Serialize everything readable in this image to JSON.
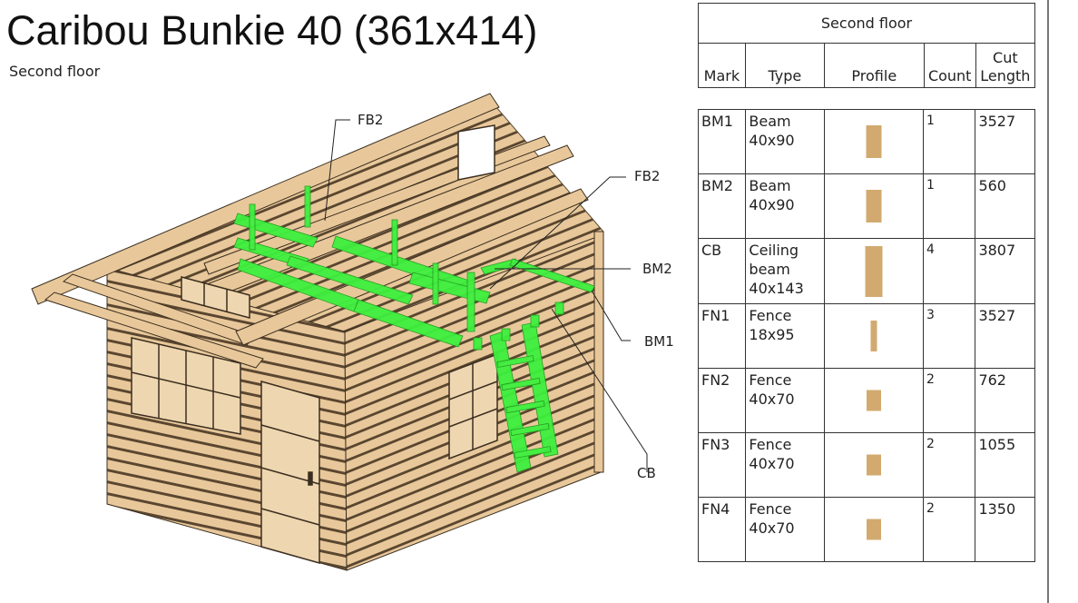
{
  "header": {
    "title": "Caribou Bunkie 40 (361x414)",
    "subtitle": "Second floor"
  },
  "callouts": {
    "fb2_top": "FB2",
    "fb2_right": "FB2",
    "bm2": "BM2",
    "bm1": "BM1",
    "cb": "CB"
  },
  "colors": {
    "wood": "#e8c89a",
    "wood_dark": "#5a4630",
    "highlight_green": "#3ef03e",
    "profile_fill": "#d2aa6f"
  },
  "table": {
    "group_header": "Second floor",
    "columns": [
      "Mark",
      "Type",
      "Profile",
      "Count",
      "Cut Length"
    ],
    "rows": [
      {
        "mark": "BM1",
        "type": "Beam 40x90",
        "profile": "beam-profile-40x90",
        "count": "1",
        "cut_length": "3527"
      },
      {
        "mark": "BM2",
        "type": "Beam 40x90",
        "profile": "beam-profile-40x90",
        "count": "1",
        "cut_length": "560"
      },
      {
        "mark": "CB",
        "type": "Ceiling beam 40x143",
        "profile": "ceiling-beam-profile-40x143",
        "count": "4",
        "cut_length": "3807"
      },
      {
        "mark": "FN1",
        "type": "Fence 18x95",
        "profile": "fence-profile-18x95",
        "count": "3",
        "cut_length": "3527"
      },
      {
        "mark": "FN2",
        "type": "Fence 40x70",
        "profile": "fence-profile-40x70",
        "count": "2",
        "cut_length": "762"
      },
      {
        "mark": "FN3",
        "type": "Fence 40x70",
        "profile": "fence-profile-40x70",
        "count": "2",
        "cut_length": "1055"
      },
      {
        "mark": "FN4",
        "type": "Fence 40x70",
        "profile": "fence-profile-40x70",
        "count": "2",
        "cut_length": "1350"
      }
    ]
  }
}
